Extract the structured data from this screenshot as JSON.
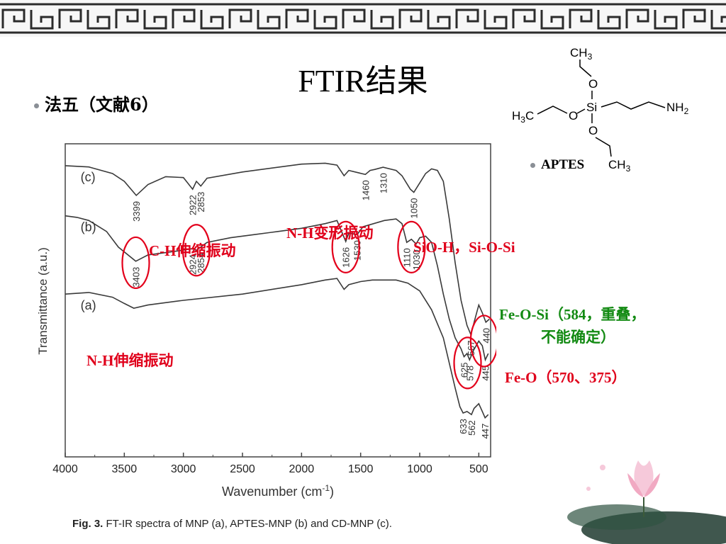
{
  "slide": {
    "title": "FTIR结果",
    "subtitle": "法五（文献6）",
    "aptes_label": "APTES",
    "caption_prefix": "Fig. 3.",
    "caption_text": "FT-IR spectra of MNP (a), APTES-MNP (b) and CD-MNP (c).",
    "structure": {
      "ch3_top": "CH",
      "o_top": "O",
      "si": "Si",
      "nh2": "NH",
      "h3c": "H",
      "o_left": "O",
      "o_bottom": "O",
      "ch3_bottom": "CH",
      "sub3": "3",
      "sub2": "2"
    }
  },
  "annotations": {
    "ch_stretch": "C-H伸缩振动",
    "nh_bend": "N-H变形振动",
    "sio_h": "SiO-H，Si-O-Si",
    "nh_stretch": "N-H伸缩振动",
    "fe_o_si_1": "Fe-O-Si（584，重叠，",
    "fe_o_si_2": "不能确定）",
    "fe_o": "Fe-O（570、375）"
  },
  "colors": {
    "annotation_red": "#e0001b",
    "annotation_green": "#128a12",
    "circle_red": "#e3001b",
    "curve": "#3a3a3a"
  },
  "chart_data": {
    "type": "line",
    "xlabel": "Wavenumber (cm",
    "xlabel_sup": "-1",
    "xlabel_end": ")",
    "ylabel": "Transmittance (a.u.)",
    "xlim": [
      4000,
      400
    ],
    "x_ticks": [
      "4000",
      "3500",
      "3000",
      "2500",
      "2000",
      "1500",
      "1000",
      "500"
    ],
    "x_tick_values": [
      4000,
      3500,
      3000,
      2500,
      2000,
      1500,
      1000,
      500
    ],
    "series": [
      {
        "label": "(c)",
        "points": [
          [
            4000,
            93
          ],
          [
            3800,
            92.6
          ],
          [
            3600,
            90.5
          ],
          [
            3500,
            88
          ],
          [
            3399,
            83.5
          ],
          [
            3300,
            87
          ],
          [
            3150,
            89.5
          ],
          [
            3000,
            89.2
          ],
          [
            2922,
            85.5
          ],
          [
            2890,
            88
          ],
          [
            2853,
            86.5
          ],
          [
            2800,
            89
          ],
          [
            2500,
            91
          ],
          [
            2000,
            93.5
          ],
          [
            1800,
            93.8
          ],
          [
            1700,
            93.2
          ],
          [
            1640,
            89.8
          ],
          [
            1600,
            91.5
          ],
          [
            1460,
            90.2
          ],
          [
            1420,
            91.5
          ],
          [
            1380,
            91.8
          ],
          [
            1310,
            92.5
          ],
          [
            1200,
            91.5
          ],
          [
            1150,
            89.8
          ],
          [
            1080,
            85.5
          ],
          [
            1050,
            84.5
          ],
          [
            1000,
            87.5
          ],
          [
            950,
            90.5
          ],
          [
            900,
            92
          ],
          [
            850,
            91.5
          ],
          [
            800,
            88
          ],
          [
            750,
            76
          ],
          [
            700,
            62
          ],
          [
            650,
            50
          ],
          [
            600,
            42
          ],
          [
            567,
            39
          ],
          [
            540,
            43
          ],
          [
            500,
            48.5
          ],
          [
            470,
            46
          ],
          [
            440,
            43
          ],
          [
            410,
            44
          ]
        ],
        "peaks": [
          "3399",
          "2922",
          "2853",
          "1460",
          "1310",
          "1050",
          "567",
          "440"
        ]
      },
      {
        "label": "(b)",
        "points": [
          [
            4000,
            77
          ],
          [
            3900,
            76.5
          ],
          [
            3800,
            75.5
          ],
          [
            3650,
            72
          ],
          [
            3550,
            67
          ],
          [
            3403,
            62.5
          ],
          [
            3300,
            64.5
          ],
          [
            3100,
            65.5
          ],
          [
            2924,
            66.5
          ],
          [
            2890,
            66
          ],
          [
            2854,
            67
          ],
          [
            2800,
            68.5
          ],
          [
            2600,
            70
          ],
          [
            2400,
            71
          ],
          [
            2200,
            72
          ],
          [
            2000,
            73
          ],
          [
            1800,
            74.5
          ],
          [
            1700,
            75.5
          ],
          [
            1626,
            68.8
          ],
          [
            1600,
            71.5
          ],
          [
            1530,
            71
          ],
          [
            1480,
            73.5
          ],
          [
            1300,
            75.5
          ],
          [
            1200,
            76
          ],
          [
            1150,
            74.5
          ],
          [
            1110,
            68.5
          ],
          [
            1070,
            69.5
          ],
          [
            1030,
            68
          ],
          [
            1000,
            70
          ],
          [
            950,
            70.5
          ],
          [
            900,
            68.5
          ],
          [
            850,
            61
          ],
          [
            800,
            52
          ],
          [
            750,
            44
          ],
          [
            700,
            38
          ],
          [
            650,
            34.5
          ],
          [
            625,
            32
          ],
          [
            600,
            33
          ],
          [
            578,
            31
          ],
          [
            545,
            34
          ],
          [
            500,
            37
          ],
          [
            470,
            35.5
          ],
          [
            445,
            31
          ],
          [
            420,
            33
          ]
        ],
        "peaks": [
          "3403",
          "2924",
          "2854",
          "1626",
          "1530",
          "1110",
          "1030",
          "625",
          "578",
          "445"
        ]
      },
      {
        "label": "(a)",
        "points": [
          [
            4000,
            52
          ],
          [
            3800,
            52.5
          ],
          [
            3600,
            51
          ],
          [
            3500,
            49
          ],
          [
            3420,
            47.5
          ],
          [
            3300,
            48.5
          ],
          [
            3000,
            50
          ],
          [
            2500,
            52
          ],
          [
            2000,
            55
          ],
          [
            1800,
            56.5
          ],
          [
            1700,
            57
          ],
          [
            1640,
            53.5
          ],
          [
            1600,
            55
          ],
          [
            1500,
            56
          ],
          [
            1400,
            56.5
          ],
          [
            1200,
            56.5
          ],
          [
            1100,
            55.5
          ],
          [
            1000,
            53
          ],
          [
            900,
            47
          ],
          [
            800,
            38
          ],
          [
            700,
            22
          ],
          [
            660,
            16
          ],
          [
            633,
            14
          ],
          [
            600,
            14.5
          ],
          [
            562,
            13.5
          ],
          [
            540,
            15.5
          ],
          [
            500,
            17
          ],
          [
            470,
            14.5
          ],
          [
            447,
            12.5
          ],
          [
            420,
            13.5
          ]
        ],
        "peaks": [
          "633",
          "562",
          "447"
        ]
      }
    ],
    "circles": [
      {
        "name": "3403-circle",
        "x": 3403,
        "y": 62
      },
      {
        "name": "2924-circle",
        "x": 2890,
        "y": 66
      },
      {
        "name": "1626-circle",
        "x": 1626,
        "y": 67
      },
      {
        "name": "1110-circle",
        "x": 1070,
        "y": 67
      },
      {
        "name": "578-circle",
        "x": 595,
        "y": 30
      },
      {
        "name": "445-circle",
        "x": 455,
        "y": 37
      }
    ]
  }
}
